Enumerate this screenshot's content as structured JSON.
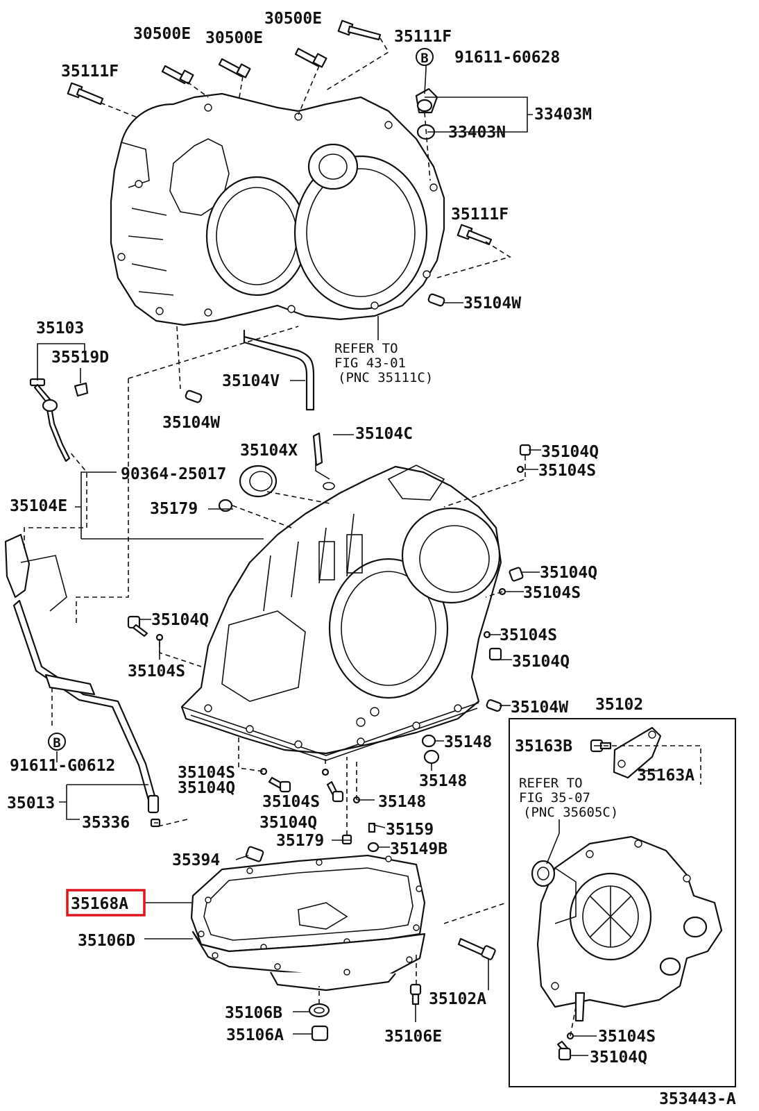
{
  "diagram": {
    "figure_id": "353443-A",
    "highlight_color": "#e0141e",
    "labels": {
      "p30500e_a": "30500E",
      "p30500e_b": "30500E",
      "p30500e_c": "30500E",
      "p35111f_top": "35111F",
      "p35111f_left": "35111F",
      "p35111f_right": "35111F",
      "b_top_code": "91611-60628",
      "p33403m": "33403M",
      "p33403n": "33403N",
      "p35104w_r": "35104W",
      "p35103": "35103",
      "p35519d": "35519D",
      "p35104v": "35104V",
      "p35104w_l": "35104W",
      "p35104x": "35104X",
      "p35104c": "35104C",
      "p35104q_1": "35104Q",
      "p35104s_1": "35104S",
      "p90364": "90364-25017",
      "p35104e": "35104E",
      "p35179_a": "35179",
      "p35104q_2": "35104Q",
      "p35104s_2": "35104S",
      "p35104q_3": "35104Q",
      "p35104s_3": "35104S",
      "p35104s_4": "35104S",
      "p35104q_4": "35104Q",
      "p35104w_3": "35104W",
      "p35102": "35102",
      "b_bottom_code": "91611-G0612",
      "p35148_a": "35148",
      "p35148_b": "35148",
      "p35163b": "35163B",
      "p35163a": "35163A",
      "p35104s_5": "35104S",
      "p35104q_5": "35104Q",
      "p35104s_6": "35104S",
      "p35148_c": "35148",
      "p35013": "35013",
      "p35336": "35336",
      "p35104q_6": "35104Q",
      "p35159": "35159",
      "p35179_b": "35179",
      "p35149b": "35149B",
      "p35394": "35394",
      "p35168a": "35168A",
      "p35106d": "35106D",
      "p35102a": "35102A",
      "p35106b": "35106B",
      "p35106a": "35106A",
      "p35106e": "35106E",
      "p35104s_7": "35104S",
      "p35104q_7": "35104Q",
      "circle_b": "B"
    },
    "refer_top": [
      "REFER TO",
      "FIG 43-01",
      "(PNC 35111C)"
    ],
    "refer_right": [
      "REFER TO",
      "FIG 35-07",
      "(PNC 35605C)"
    ]
  }
}
